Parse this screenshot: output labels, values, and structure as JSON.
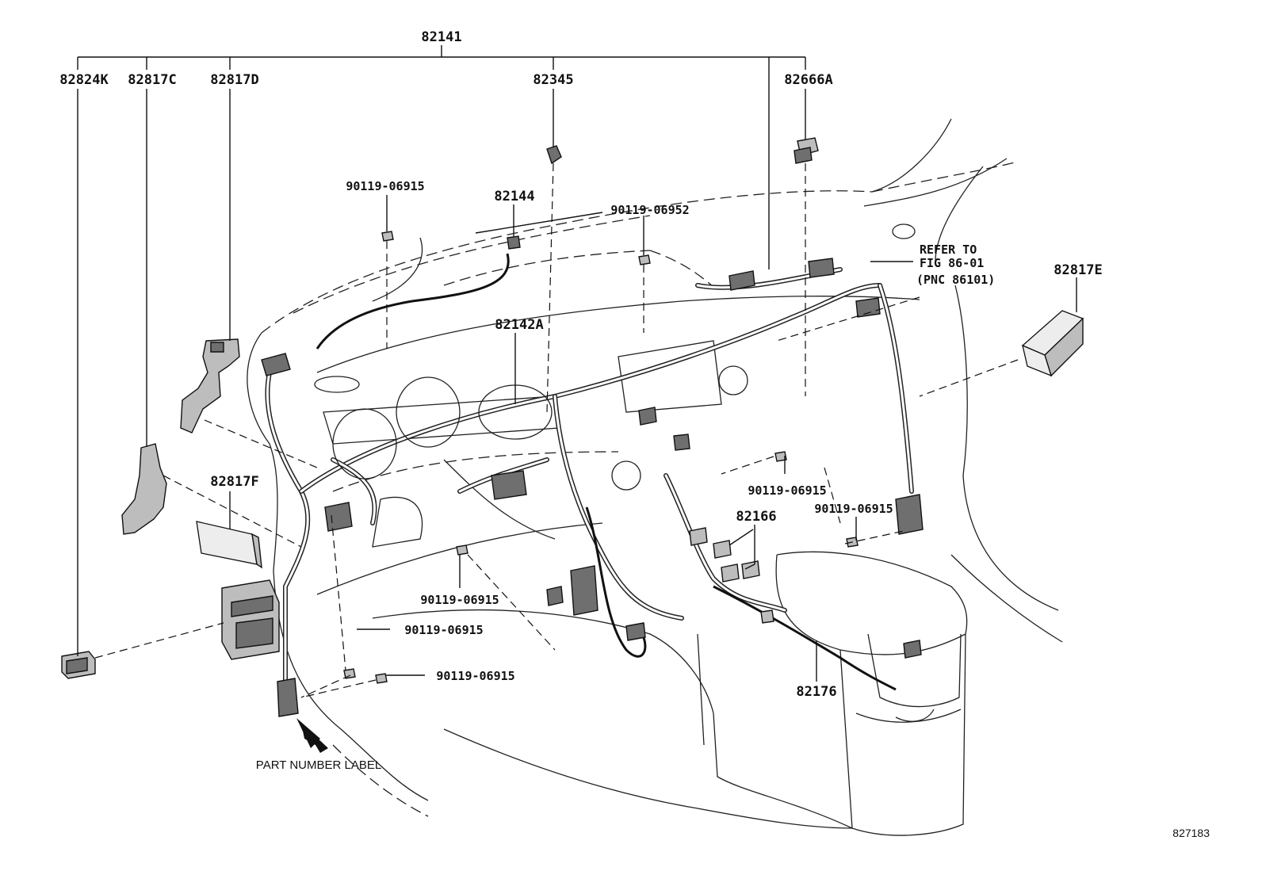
{
  "callouts": {
    "c82141": "82141",
    "c82824K": "82824K",
    "c82817C": "82817C",
    "c82817D": "82817D",
    "c82345": "82345",
    "c82666A": "82666A",
    "c90119_06915_top": "90119-06915",
    "c82144": "82144",
    "c90119_06952": "90119-06952",
    "c82817E": "82817E",
    "c82142A": "82142A",
    "c82817F": "82817F",
    "c90119_06915_right1": "90119-06915",
    "c90119_06915_right2": "90119-06915",
    "c82166": "82166",
    "c90119_06915_mid": "90119-06915",
    "c90119_06915_left1": "90119-06915",
    "c90119_06915_left2": "90119-06915",
    "c82176": "82176"
  },
  "refer_note": {
    "line1": "REFER TO",
    "line2": "FIG 86-01",
    "line3": "(PNC 86101)"
  },
  "part_number_label": "PART NUMBER LABEL",
  "figure_id": "827183"
}
